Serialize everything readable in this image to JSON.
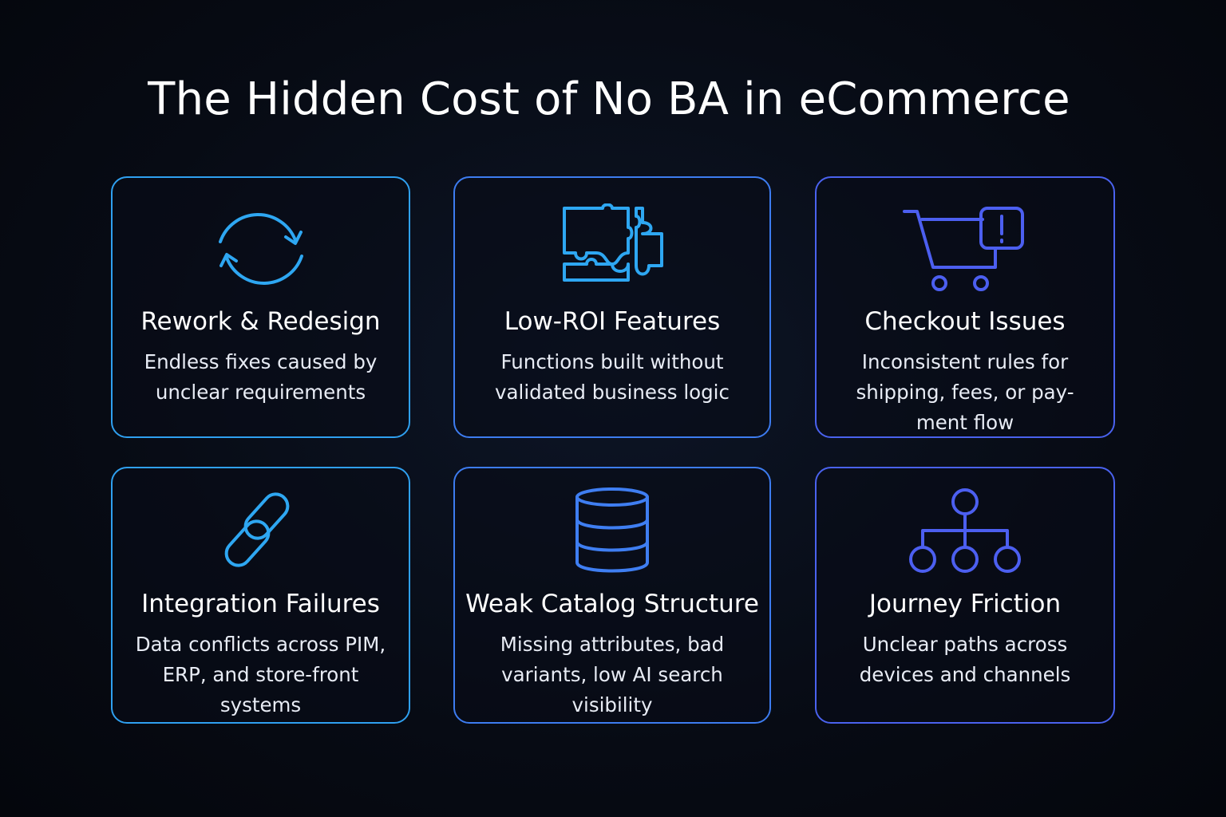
{
  "title": "The Hidden Cost of No BA in eCommerce",
  "colors": {
    "background": "#070b14",
    "accent_cyan": "#2ea7f2",
    "accent_blue": "#3f7ef2",
    "accent_indigo": "#4c5ff0"
  },
  "cards": [
    {
      "icon": "refresh-cycle-icon",
      "title": "Rework & Redesign",
      "description": "Endless fixes caused by unclear requirements"
    },
    {
      "icon": "puzzle-icon",
      "title": "Low-ROI Features",
      "description": "Functions built without validated business logic"
    },
    {
      "icon": "cart-alert-icon",
      "title": "Checkout Issues",
      "description": "Inconsistent rules for shipping, fees, or pay-ment flow"
    },
    {
      "icon": "chain-link-icon",
      "title": "Integration Failures",
      "description": "Data conflicts across PIM, ERP, and store-front systems"
    },
    {
      "icon": "database-icon",
      "title": "Weak Catalog Structure",
      "description": "Missing attributes, bad variants, low AI search visibility"
    },
    {
      "icon": "hierarchy-icon",
      "title": "Journey Friction",
      "description": "Unclear paths across devices and channels"
    }
  ]
}
